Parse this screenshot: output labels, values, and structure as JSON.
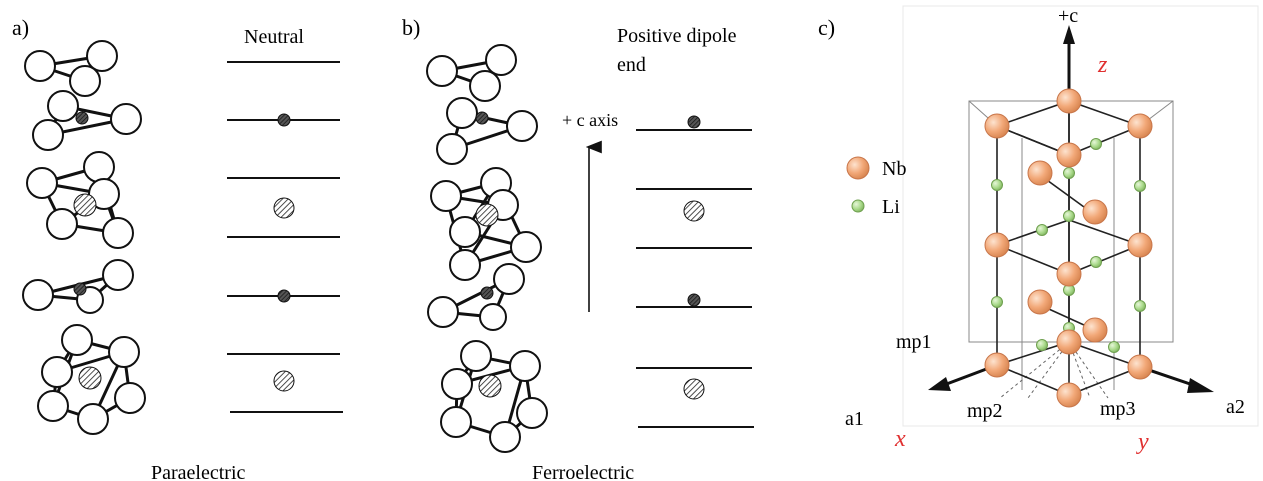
{
  "panels": {
    "a": {
      "panel_label": "a)",
      "header": "Neutral",
      "caption": "Paraelectric"
    },
    "b": {
      "panel_label": "b)",
      "header_line1": "Positive dipole",
      "header_line2": "end",
      "axis_label": "+ c axis",
      "caption": "Ferroelectric"
    },
    "c": {
      "panel_label": "c)",
      "top_label": "+c",
      "z_label": "z",
      "x_label": "x",
      "y_label": "y",
      "a1_label": "a1",
      "a2_label": "a2",
      "mp1_label": "mp1",
      "mp2_label": "mp2",
      "mp3_label": "mp3",
      "legend": [
        {
          "label": "Nb",
          "color": "#f2a878"
        },
        {
          "label": "Li",
          "color": "#a9d98a"
        }
      ]
    }
  },
  "colors": {
    "nb": "#f2a878",
    "nb_edge": "#c8764a",
    "li": "#a9d98a",
    "li_edge": "#6fa04f",
    "axis_red": "#e03030"
  }
}
